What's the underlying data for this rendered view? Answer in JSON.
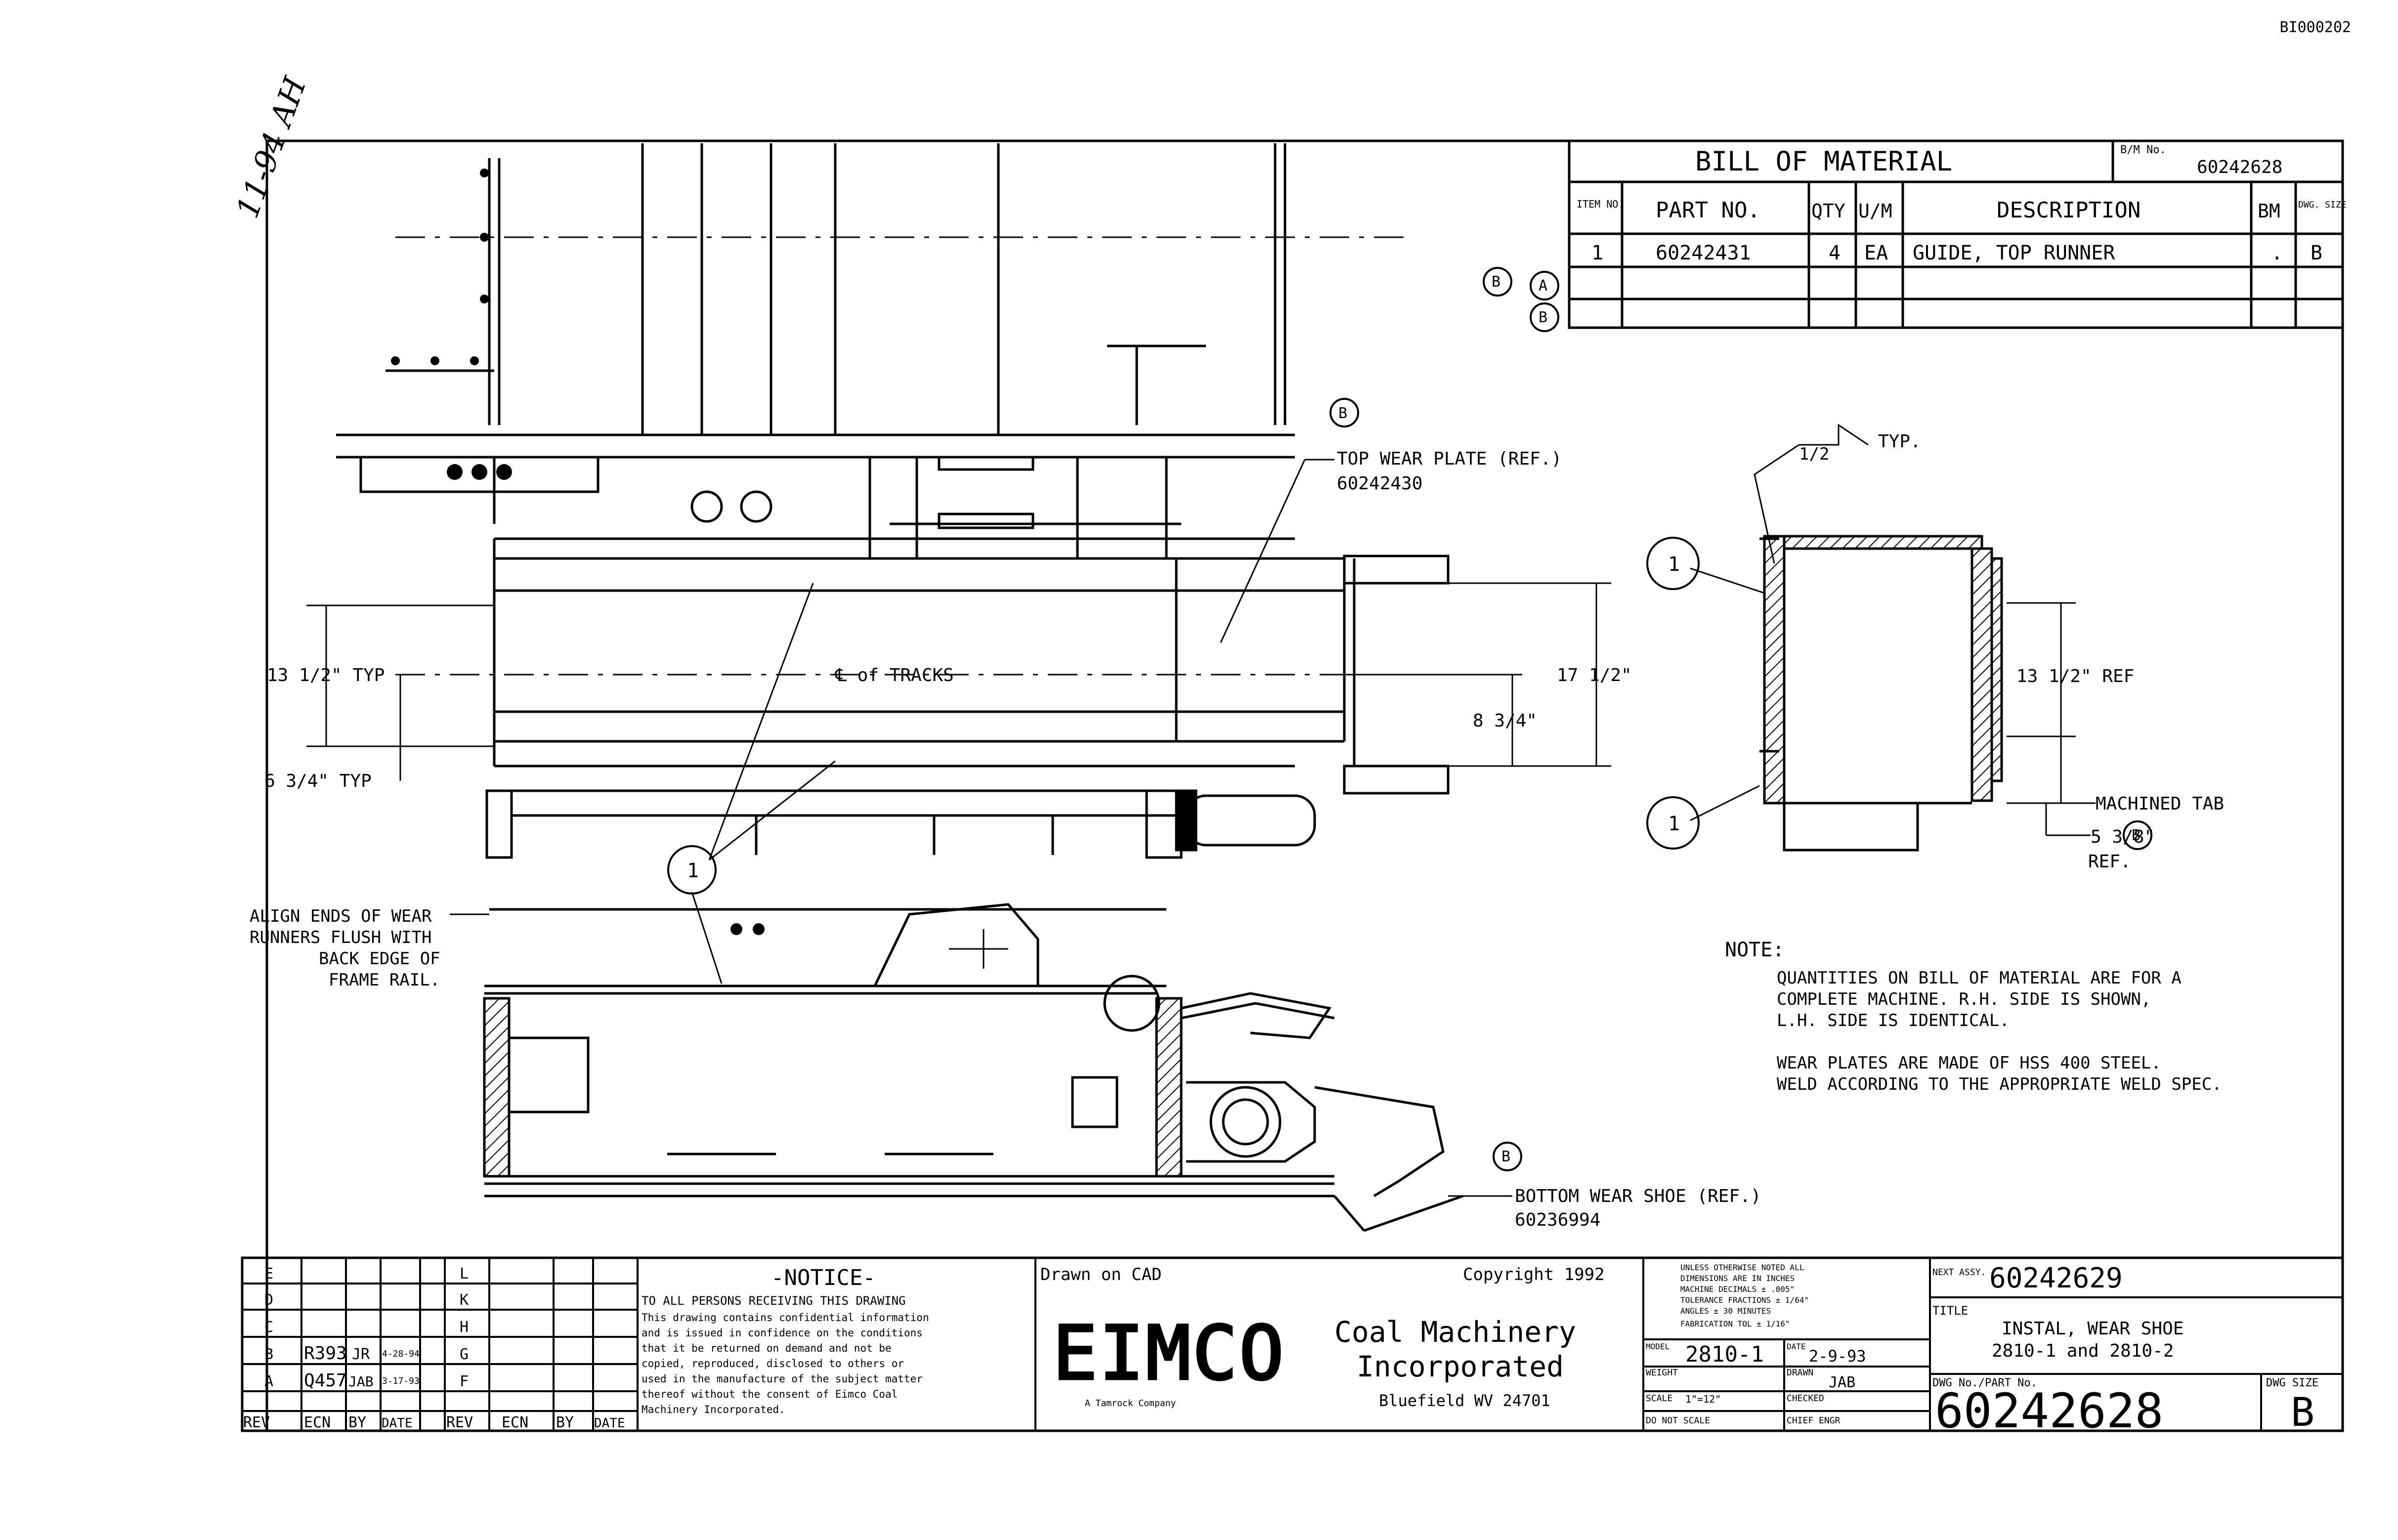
{
  "doc_id": "BI000202",
  "margin_note": "11-94 AH",
  "bom": {
    "title": "BILL OF MATERIAL",
    "bm_no_label": "B/M No.",
    "bm_no": "60242628",
    "headers": {
      "item": "ITEM NO.",
      "part": "PART NO.",
      "qty": "QTY",
      "um": "U/M",
      "desc": "DESCRIPTION",
      "bm": "BM",
      "dwg": "DWG. SIZE"
    },
    "rows": [
      {
        "item": "1",
        "part": "60242431",
        "qty": "4",
        "um": "EA",
        "desc": "GUIDE, TOP RUNNER",
        "bm": ".",
        "dwg": "B"
      },
      {
        "item": "",
        "part": "",
        "qty": "",
        "um": "",
        "desc": "",
        "bm": "",
        "dwg": ""
      },
      {
        "item": "",
        "part": "",
        "qty": "",
        "um": "",
        "desc": "",
        "bm": "",
        "dwg": ""
      }
    ],
    "rev_marks": [
      "B",
      "A",
      "B"
    ]
  },
  "callouts": {
    "top_wear_plate": "TOP WEAR PLATE (REF.)",
    "top_wear_plate_pn": "60242430",
    "bottom_wear_shoe": "BOTTOM WEAR SHOE (REF.)",
    "bottom_wear_shoe_pn": "60236994",
    "tracks": "℄ of TRACKS",
    "align_note": [
      "ALIGN ENDS OF WEAR",
      "RUNNERS FLUSH WITH",
      "BACK EDGE OF",
      "FRAME RAIL."
    ],
    "machined_tab": "MACHINED TAB",
    "typ_weld": "TYP.",
    "weld_size": "1/2",
    "item_balloon": "1",
    "rev_b": "B"
  },
  "dimensions": {
    "d1": "13 1/2\" TYP",
    "d2": "6 3/4\" TYP",
    "d3": "17 1/2\"",
    "d4": "8 3/4\"",
    "d5": "13 1/2\" REF",
    "d6": "5 3/8\"",
    "d6_ref": "REF."
  },
  "note": {
    "heading": "NOTE:",
    "lines": [
      "QUANTITIES ON BILL OF MATERIAL ARE FOR A",
      "COMPLETE MACHINE.  R.H. SIDE IS SHOWN,",
      "L.H. SIDE IS IDENTICAL.",
      "",
      "WEAR PLATES ARE MADE OF HSS 400 STEEL.",
      "WELD ACCORDING TO THE APPROPRIATE WELD SPEC."
    ]
  },
  "rev_block": {
    "headers": [
      "REV",
      "ECN",
      "BY",
      "DATE",
      "REV",
      "ECN",
      "BY",
      "DATE"
    ],
    "left_letters": [
      "E",
      "D",
      "C",
      "B",
      "A"
    ],
    "right_letters": [
      "L",
      "K",
      "H",
      "G",
      "F"
    ],
    "entries": [
      {
        "ecn": "R393",
        "by": "JR",
        "date": "4-28-94"
      },
      {
        "ecn": "Q457",
        "by": "JAB",
        "date": "3-17-93"
      }
    ]
  },
  "notice": {
    "title": "-NOTICE-",
    "lines": [
      "TO ALL PERSONS RECEIVING THIS DRAWING",
      "This drawing contains confidential information",
      "and is issued in confidence on the conditions",
      "that it be returned on demand and not be",
      "copied, reproduced, disclosed to others or",
      "used in the manufacture of the subject matter",
      "thereof without the consent of Eimco Coal",
      "Machinery Incorporated."
    ]
  },
  "company": {
    "drawn_on": "Drawn on CAD",
    "copyright": "Copyright 1992",
    "logo": "EIMCO",
    "tagline": "A Tamrock Company",
    "name1": "Coal Machinery",
    "name2": "Incorporated",
    "location": "Bluefield WV 24701"
  },
  "tolerances": [
    "UNLESS OTHERWISE NOTED ALL",
    "DIMENSIONS ARE IN INCHES",
    "MACHINE    DECIMALS ± .005\"",
    "TOLERANCE  FRACTIONS ± 1/64\"",
    "           ANGLES ± 30 MINUTES",
    "FABRICATION TOL ± 1/16\""
  ],
  "title_block": {
    "model_label": "MODEL",
    "model": "2810-1",
    "date_label": "DATE",
    "date": "2-9-93",
    "weight_label": "WEIGHT",
    "drawn_label": "DRAWN",
    "drawn": "JAB",
    "scale_label": "SCALE",
    "scale": "1\"=12\"",
    "checked_label": "CHECKED",
    "donot_scale": "DO NOT SCALE",
    "chief_label": "CHIEF ENGR",
    "next_assy_label": "NEXT ASSY.",
    "next_assy": "60242629",
    "title_label": "TITLE",
    "title1": "INSTAL, WEAR SHOE",
    "title2": "2810-1 and 2810-2",
    "dwg_no_label": "DWG No./PART No.",
    "dwg_no": "60242628",
    "dwg_size_label": "DWG SIZE",
    "dwg_size": "B"
  }
}
